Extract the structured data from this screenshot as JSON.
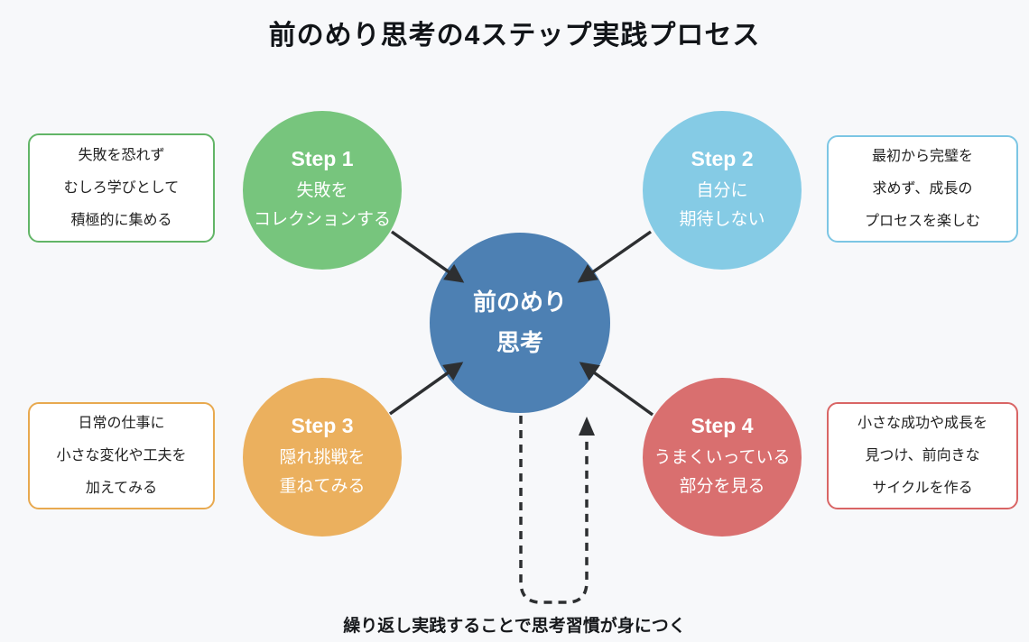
{
  "title": "前のめり思考の4ステップ実践プロセス",
  "center_circle": {
    "lines": [
      "前のめり",
      "思考"
    ],
    "color": "#4d80b3"
  },
  "steps": [
    {
      "label": "Step 1",
      "lines": [
        "失敗を",
        "コレクションする"
      ],
      "circle_color": "#77c57d",
      "note": {
        "lines": [
          "失敗を恐れず",
          "むしろ学びとして",
          "積極的に集める"
        ],
        "border_color": "#62b567"
      }
    },
    {
      "label": "Step 2",
      "lines": [
        "自分に",
        "期待しない"
      ],
      "circle_color": "#85cbe5",
      "note": {
        "lines": [
          "最初から完璧を",
          "求めず、成長の",
          "プロセスを楽しむ"
        ],
        "border_color": "#7cc6e4"
      }
    },
    {
      "label": "Step 3",
      "lines": [
        "隠れ挑戦を",
        "重ねてみる"
      ],
      "circle_color": "#ebb05e",
      "note": {
        "lines": [
          "日常の仕事に",
          "小さな変化や工夫を",
          "加えてみる"
        ],
        "border_color": "#e8a94f"
      }
    },
    {
      "label": "Step 4",
      "lines": [
        "うまくいっている",
        "部分を見る"
      ],
      "circle_color": "#d96f6f",
      "note": {
        "lines": [
          "小さな成功や成長を",
          "見つけ、前向きな",
          "サイクルを作る"
        ],
        "border_color": "#d96565"
      }
    }
  ],
  "loop_caption": "繰り返し実践することで思考習慣が身につく",
  "arrow_color": "#2d2f31",
  "background_color": "#f7f8fa"
}
